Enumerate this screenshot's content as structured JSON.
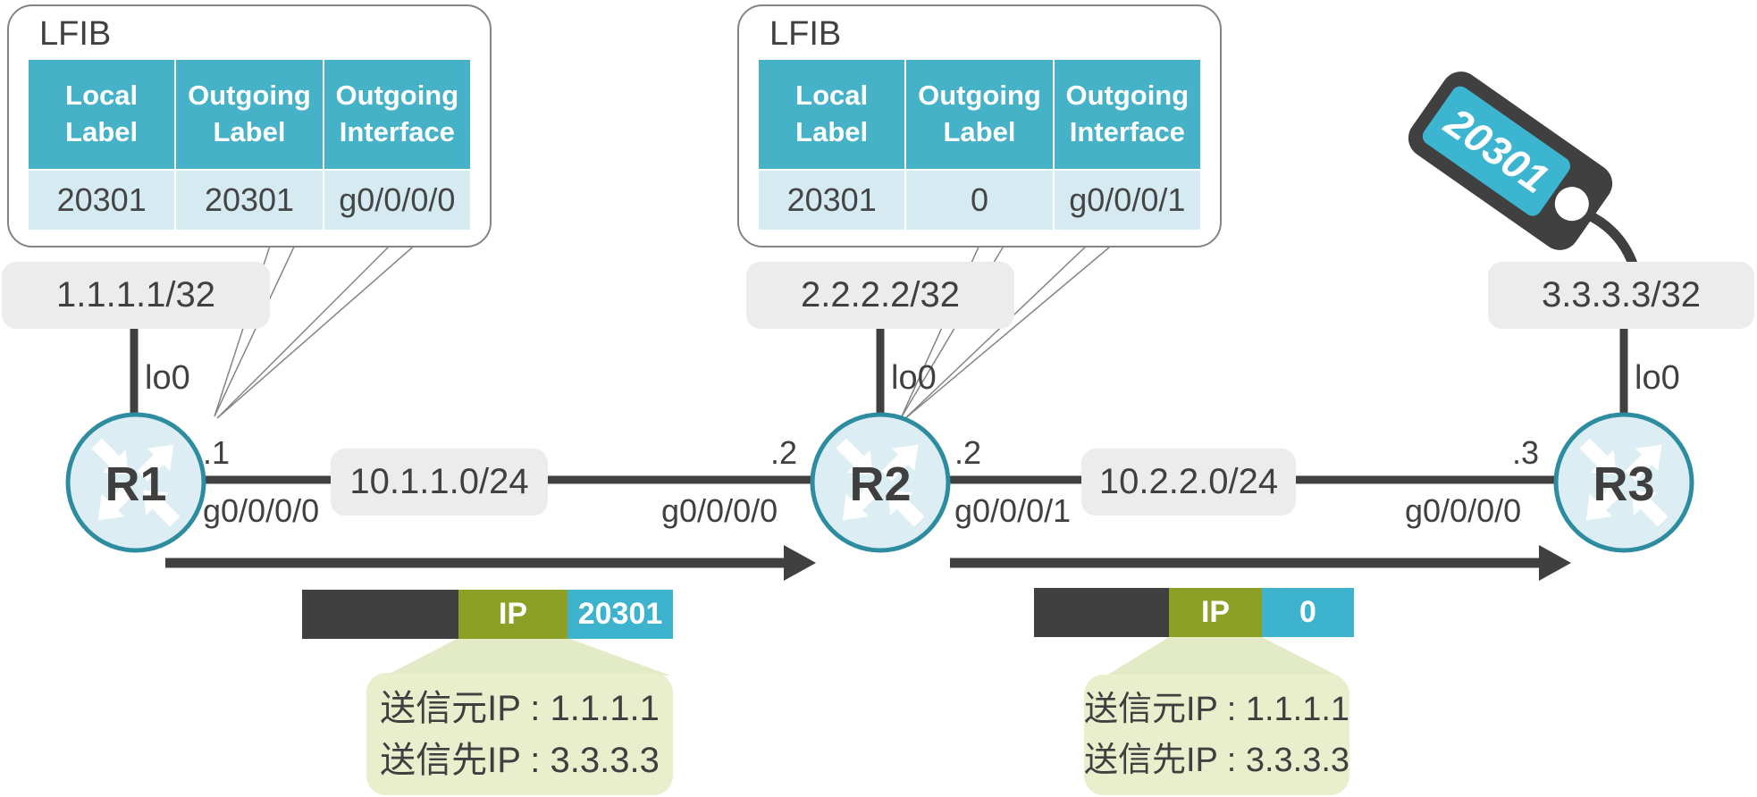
{
  "colors": {
    "teal_header": "#45b2c8",
    "row_blue": "#d5eaf1",
    "olive_ip": "#8ba024",
    "dark_gray": "#404040",
    "note_green": "#e9efcd",
    "tag_teal": "#3cb5d1",
    "box_gray": "#ececec"
  },
  "lfib_r1": {
    "title": "LFIB",
    "headers": [
      [
        "Local",
        "Label"
      ],
      [
        "Outgoing",
        "Label"
      ],
      [
        "Outgoing",
        "Interface"
      ]
    ],
    "row": [
      "20301",
      "20301",
      "g0/0/0/0"
    ]
  },
  "lfib_r2": {
    "title": "LFIB",
    "headers": [
      [
        "Local",
        "Label"
      ],
      [
        "Outgoing",
        "Label"
      ],
      [
        "Outgoing",
        "Interface"
      ]
    ],
    "row": [
      "20301",
      "0",
      "g0/0/0/1"
    ]
  },
  "routers": [
    {
      "name": "R1",
      "loopback": "1.1.1.1/32",
      "lo": "lo0"
    },
    {
      "name": "R2",
      "loopback": "2.2.2.2/32",
      "lo": "lo0"
    },
    {
      "name": "R3",
      "loopback": "3.3.3.3/32",
      "lo": "lo0"
    }
  ],
  "link1": {
    "network": "10.1.1.0/24",
    "left_addr": ".1",
    "left_if": "g0/0/0/0",
    "right_addr": ".2",
    "right_if": "g0/0/0/0"
  },
  "link2": {
    "network": "10.2.2.0/24",
    "left_addr": ".2",
    "left_if": "g0/0/0/1",
    "right_addr": ".3",
    "right_if": "g0/0/0/0"
  },
  "tag": {
    "label": "20301"
  },
  "packet1": {
    "ip": "IP",
    "label": "20301"
  },
  "packet2": {
    "ip": "IP",
    "label": "0"
  },
  "note": {
    "line1": "送信元IP : 1.1.1.1",
    "line2": "送信先IP : 3.3.3.3"
  }
}
